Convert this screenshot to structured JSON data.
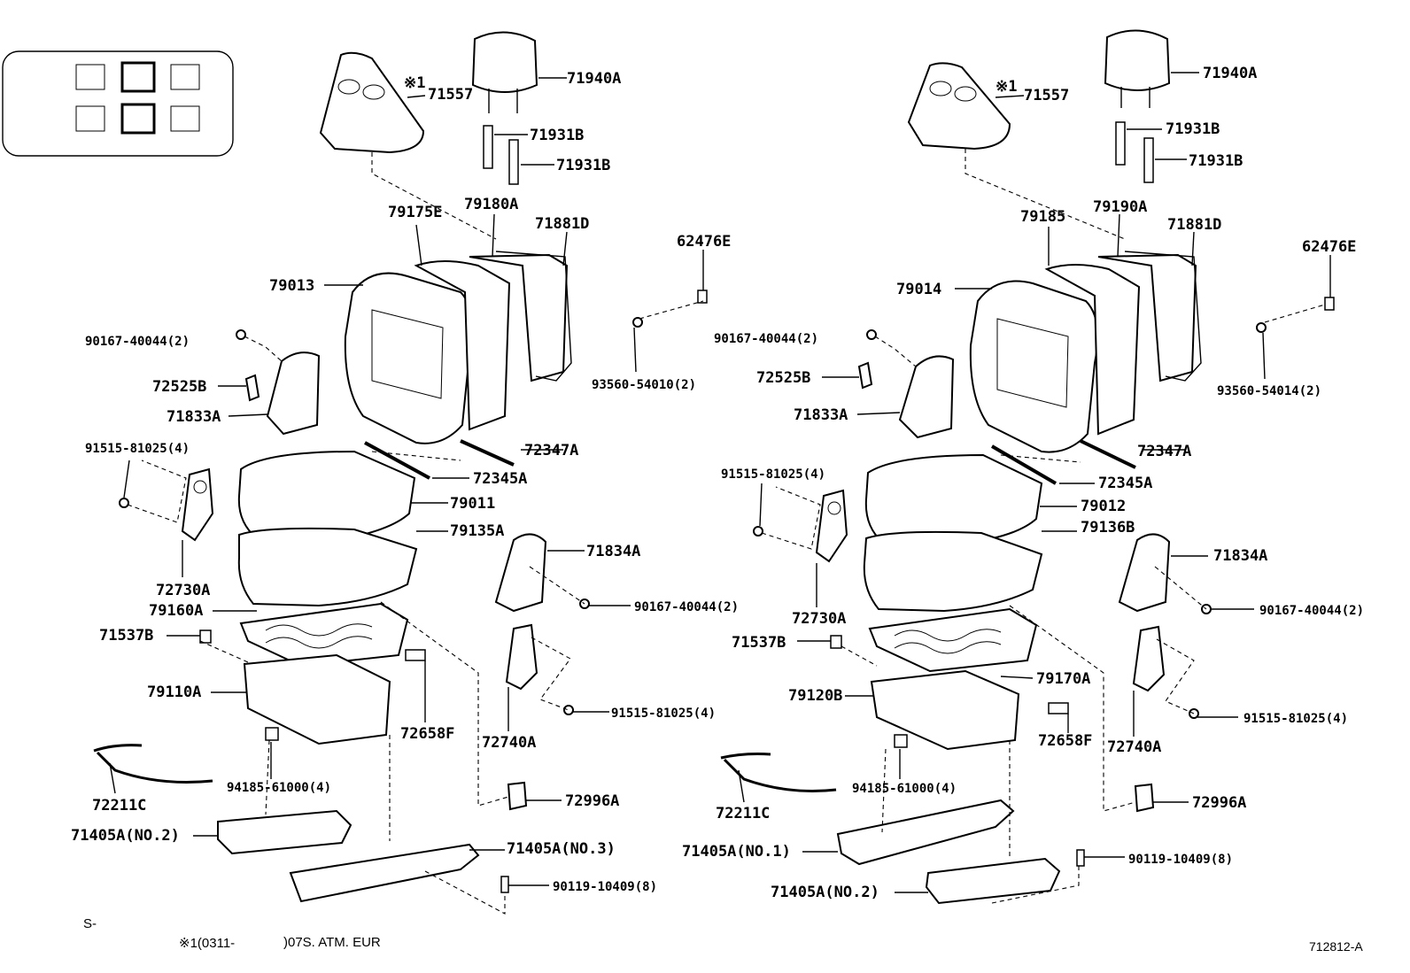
{
  "diagram": {
    "labels_left": {
      "l71557": "71557",
      "l71940A": "71940A",
      "l71931B_1": "71931B",
      "l71931B_2": "71931B",
      "l79175E": "79175E",
      "l79180A": "79180A",
      "l71881D": "71881D",
      "l62476E": "62476E",
      "l79013": "79013",
      "l90167_1": "90167-40044(2)",
      "l93560": "93560-54010(2)",
      "l72525B": "72525B",
      "l71833A": "71833A",
      "l91515_1": "91515-81025(4)",
      "l72347A": "72347A",
      "l72345A": "72345A",
      "l79011": "79011",
      "l79135A": "79135A",
      "l72730A": "72730A",
      "l71834A": "71834A",
      "l79160A": "79160A",
      "l90167_2": "90167-40044(2)",
      "l71537B": "71537B",
      "l79110A": "79110A",
      "l91515_2": "91515-81025(4)",
      "l72658F": "72658F",
      "l72740A": "72740A",
      "l94185": "94185-61000(4)",
      "l72211C": "72211C",
      "l72996A": "72996A",
      "l71405A2": "71405A(NO.2)",
      "l71405A3": "71405A(NO.3)",
      "l90119": "90119-10409(8)"
    },
    "labels_right": {
      "r71557": "71557",
      "r71940A": "71940A",
      "r71931B_1": "71931B",
      "r71931B_2": "71931B",
      "r79185": "79185",
      "r79190A": "79190A",
      "r71881D": "71881D",
      "r62476E": "62476E",
      "r79014": "79014",
      "r90167_1": "90167-40044(2)",
      "r93560": "93560-54014(2)",
      "r72525B": "72525B",
      "r71833A": "71833A",
      "r91515_1": "91515-81025(4)",
      "r72347A": "72347A",
      "r72345A": "72345A",
      "r79012": "79012",
      "r79136B": "79136B",
      "r72730A": "72730A",
      "r71834A": "71834A",
      "r90167_2": "90167-40044(2)",
      "r71537B": "71537B",
      "r79170A": "79170A",
      "r79120B": "79120B",
      "r91515_2": "91515-81025(4)",
      "r72658F": "72658F",
      "r72740A": "72740A",
      "r94185": "94185-61000(4)",
      "r72211C": "72211C",
      "r72996A": "72996A",
      "r71405A1": "71405A(NO.1)",
      "r90119": "90119-10409(8)",
      "r71405A2": "71405A(NO.2)"
    },
    "note_mark_left": "※1",
    "note_mark_right": "※1",
    "footer_s": "S-",
    "footer_note_a": "※1(0311-",
    "footer_note_b": ")07S. ATM. EUR",
    "figure_id": "712812-A"
  }
}
